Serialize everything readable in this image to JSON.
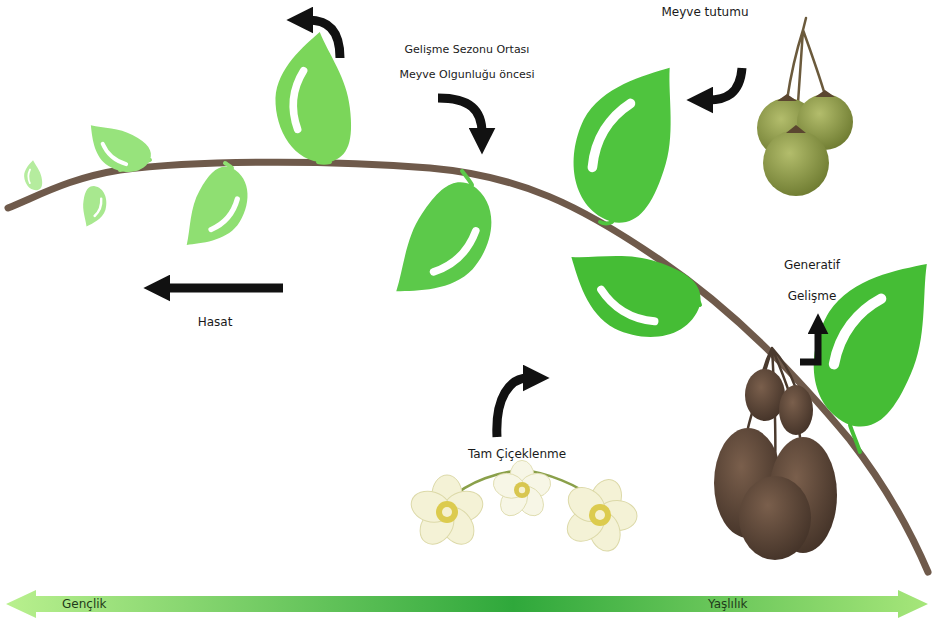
{
  "diagram": {
    "nodes": [
      {
        "text": [
          "Gençlik",
          "Yaşlılık"
        ]
      }
    ],
    "labels": [
      "Meyve tutumu",
      "Gelişme Sezonu Ortası Meyve Olgunluğu öncesi",
      "Generatif Gelişme",
      "Hasat",
      "Tam Çiçeklenme"
    ]
  }
}
